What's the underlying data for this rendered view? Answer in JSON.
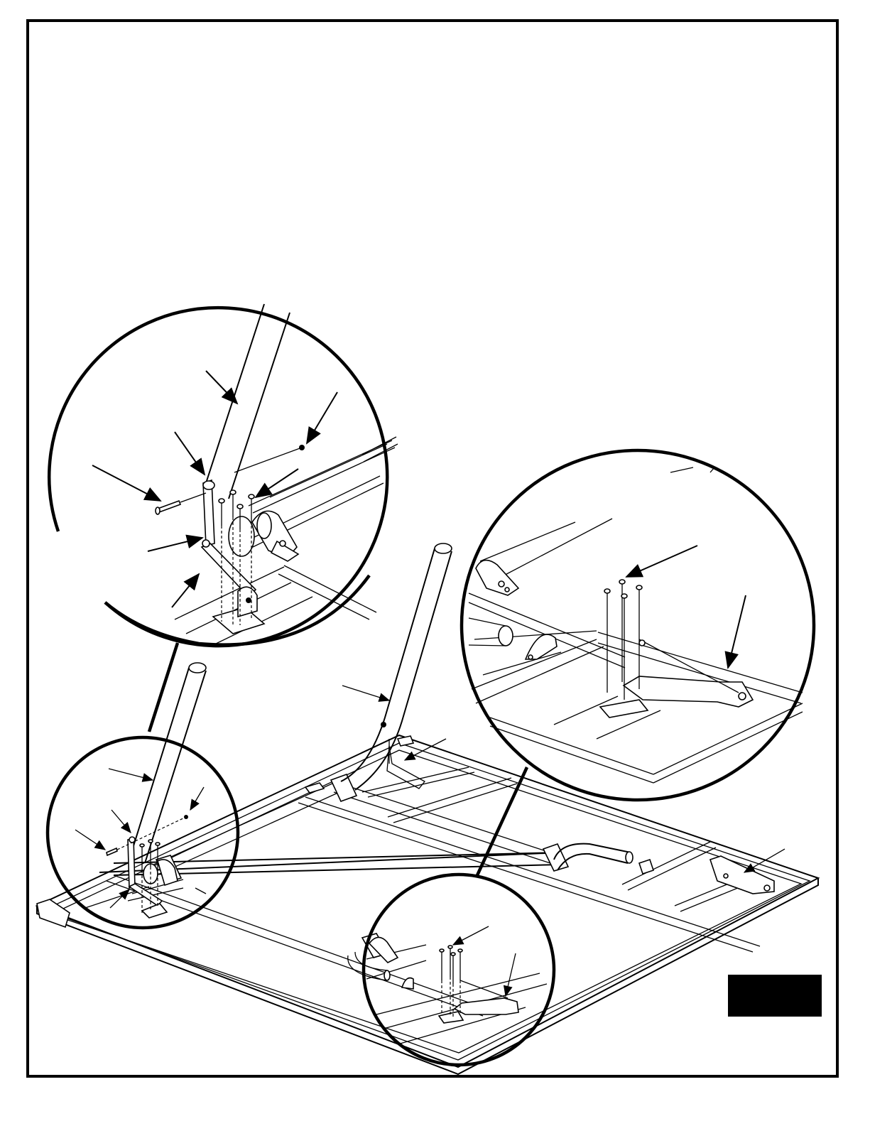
{
  "figure": {
    "colors": {
      "line": "#000000",
      "paper": "#ffffff",
      "step_badge": "#000000"
    },
    "callout_circles": [
      "detail-top-left",
      "detail-right",
      "detail-bottom-left",
      "detail-bottom-center"
    ],
    "step_badge": {
      "text": ""
    }
  }
}
